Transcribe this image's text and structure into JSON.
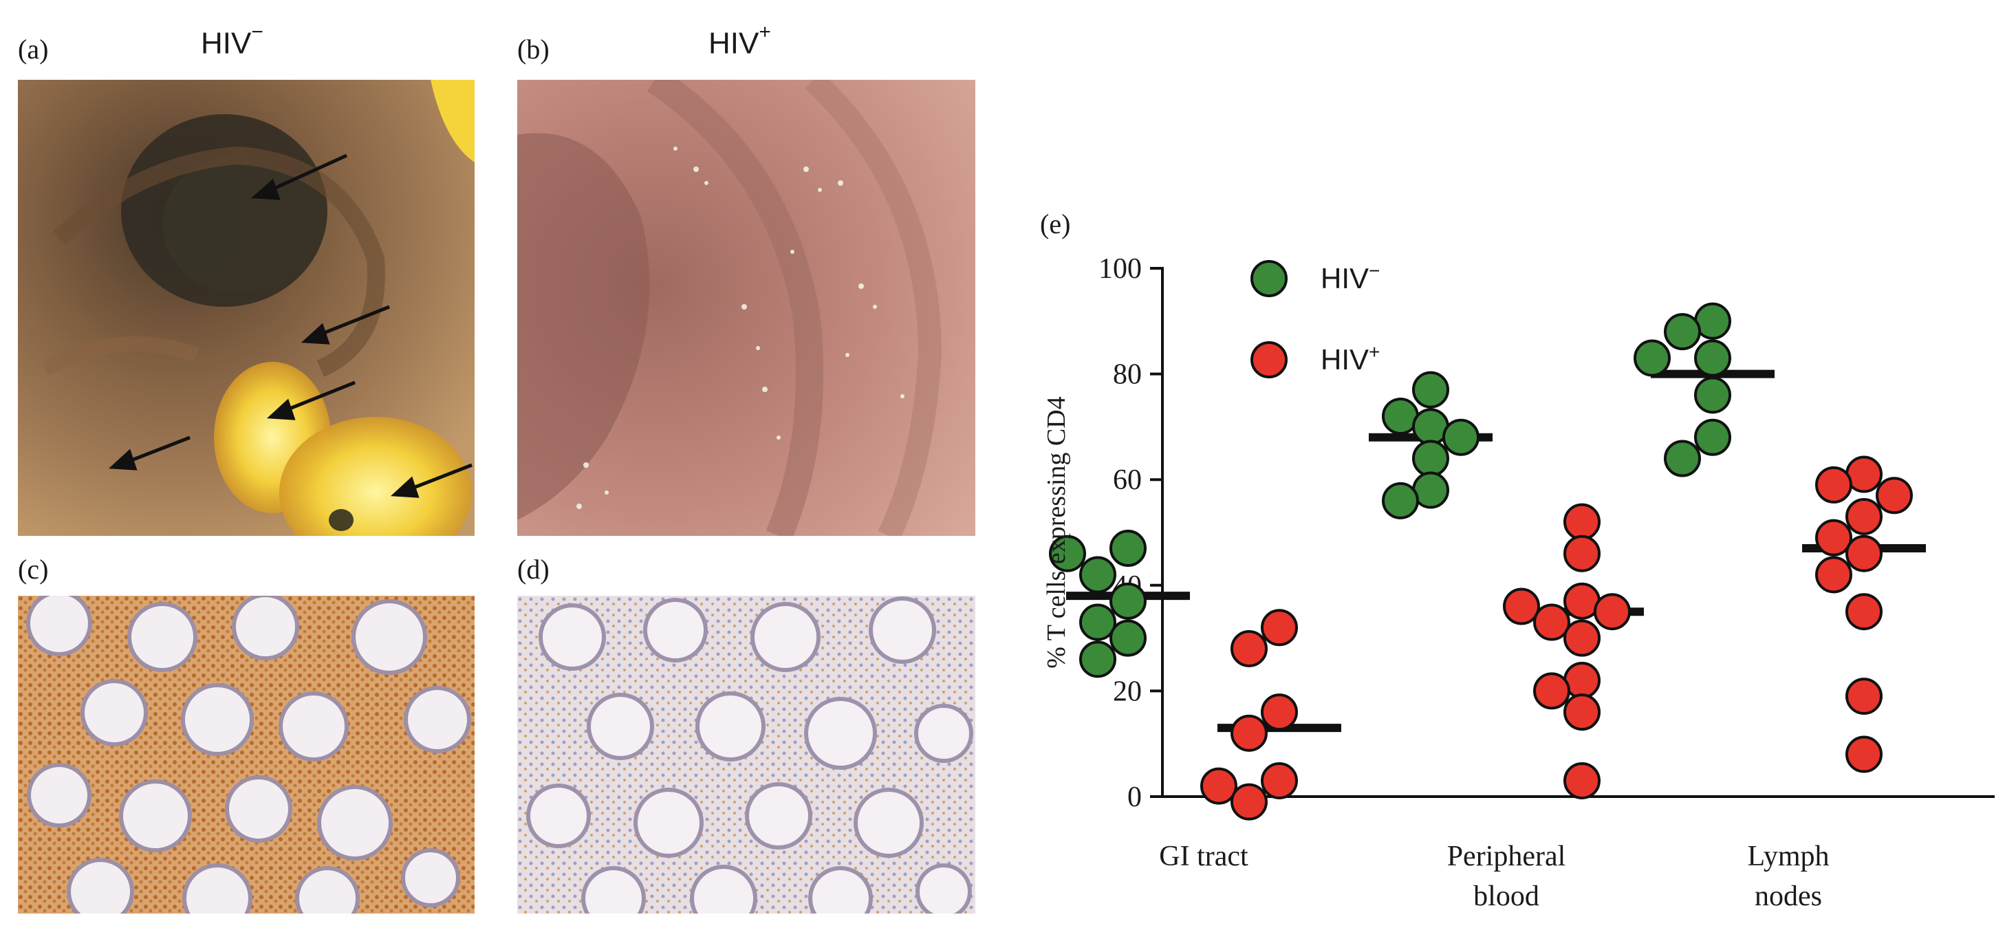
{
  "panels": {
    "a": {
      "label": "(a)",
      "group": "HIV",
      "group_sup": "−"
    },
    "b": {
      "label": "(b)",
      "group": "HIV",
      "group_sup": "+"
    },
    "c": {
      "label": "(c)"
    },
    "d": {
      "label": "(d)"
    },
    "e": {
      "label": "(e)"
    }
  },
  "colors": {
    "hiv_negative": "#3a8a3a",
    "hiv_positive": "#e8352b",
    "median_bar": "#111111"
  },
  "chart_data": {
    "type": "scatter",
    "title": "",
    "xlabel": "",
    "ylabel": "% T cells expressing CD4",
    "ylim": [
      0,
      100
    ],
    "yticks": [
      0,
      20,
      40,
      60,
      80,
      100
    ],
    "categories": [
      "GI tract",
      "Peripheral\nblood",
      "Lymph\nnodes"
    ],
    "category_lines": [
      [
        "GI tract"
      ],
      [
        "Peripheral",
        "blood"
      ],
      [
        "Lymph",
        "nodes"
      ]
    ],
    "legend_position": "top-left",
    "series": [
      {
        "name": "HIV",
        "name_sup": "−",
        "color": "#3a8a3a",
        "values": [
          [
            47,
            46,
            42,
            37,
            33,
            30,
            26
          ],
          [
            77,
            72,
            70,
            68,
            64,
            58,
            56
          ],
          [
            90,
            88,
            83,
            83,
            76,
            68,
            64
          ]
        ],
        "medians": [
          38,
          68,
          80
        ]
      },
      {
        "name": "HIV",
        "name_sup": "+",
        "color": "#e8352b",
        "values": [
          [
            32,
            28,
            16,
            12,
            3,
            2,
            -1
          ],
          [
            52,
            46,
            37,
            36,
            35,
            33,
            30,
            22,
            20,
            16,
            3
          ],
          [
            61,
            59,
            57,
            53,
            49,
            46,
            42,
            35,
            19,
            8
          ]
        ],
        "medians": [
          13,
          35,
          47
        ]
      }
    ]
  }
}
